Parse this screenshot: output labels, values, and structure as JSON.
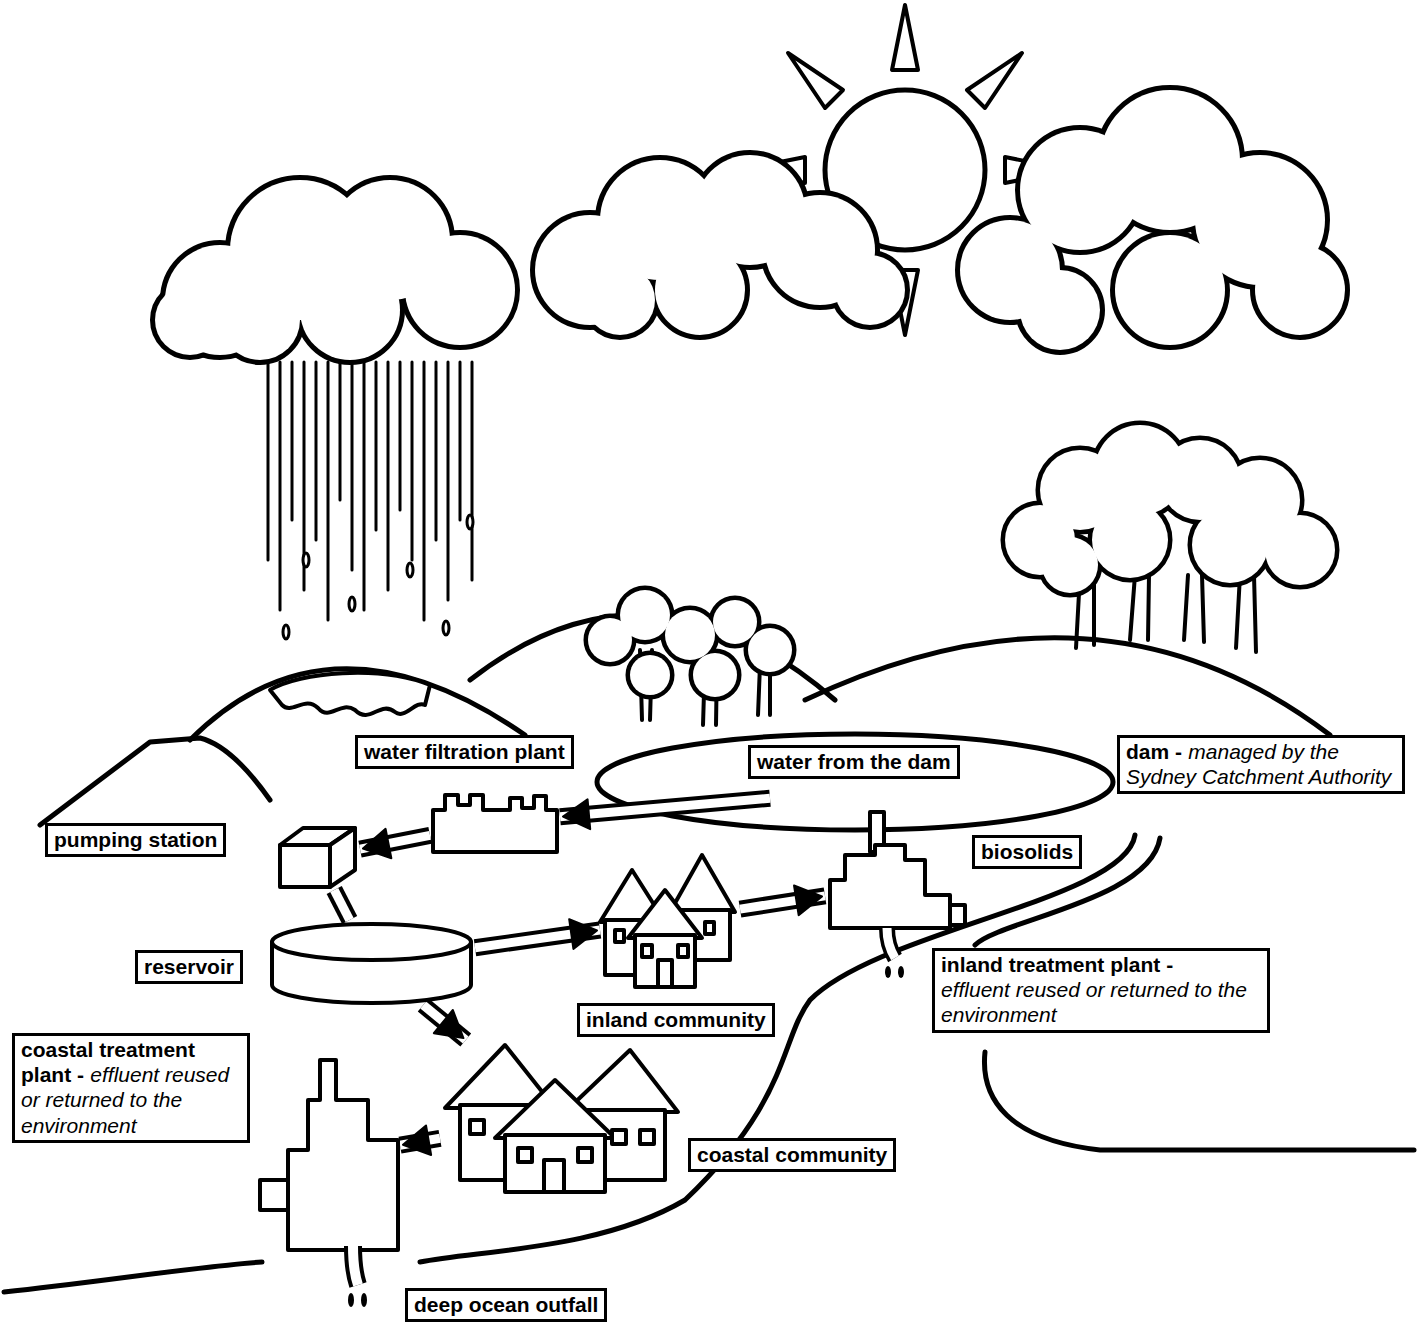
{
  "diagram": {
    "nodes": [
      {
        "text": [
          "water filtration plant"
        ]
      },
      {
        "text": [
          "dam -",
          "managed by the Sydney Catchment Authority"
        ]
      },
      {
        "text": [
          "pumping station"
        ]
      },
      {
        "text": [
          "reservoir"
        ]
      },
      {
        "text": [
          "inland community"
        ]
      },
      {
        "text": [
          "inland treatment plant -",
          "effluent reused or returned to the environment"
        ]
      },
      {
        "text": [
          "coastal community"
        ]
      },
      {
        "text": [
          "coastal treatment plant -",
          "effluent reused or returned to the environment"
        ]
      }
    ],
    "edges": [
      {
        "from": 1,
        "to": 0,
        "arrow": "to",
        "label": "water from the dam"
      },
      {
        "from": 0,
        "to": 2,
        "arrow": "to"
      },
      {
        "from": 2,
        "to": 3,
        "arrow": "none"
      },
      {
        "from": 3,
        "to": 4,
        "arrow": "to"
      },
      {
        "from": 4,
        "to": 5,
        "arrow": "to"
      },
      {
        "from": 3,
        "to": 6,
        "arrow": "to"
      },
      {
        "from": 6,
        "to": 7,
        "arrow": "to"
      }
    ],
    "labels": [
      "biosolids",
      "deep ocean outfall"
    ]
  }
}
